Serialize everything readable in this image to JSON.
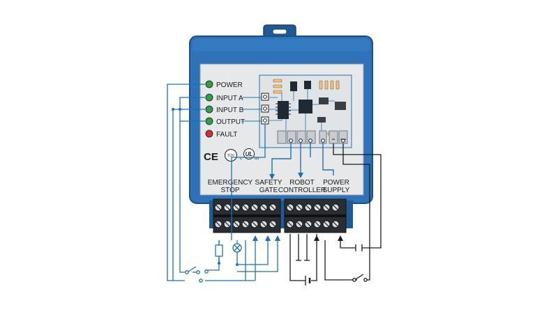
{
  "indicators": [
    {
      "label": "POWER",
      "color": "#2ea043"
    },
    {
      "label": "INPUT A",
      "color": "#2ea043"
    },
    {
      "label": "INPUT B",
      "color": "#2ea043"
    },
    {
      "label": "OUTPUT",
      "color": "#2ea043"
    },
    {
      "label": "FAULT",
      "color": "#d32f2f"
    }
  ],
  "certifications": {
    "ce": "CE",
    "tuv": "TÜV",
    "c": "c",
    "ul": "UL",
    "us": "us"
  },
  "terminals": {
    "emergency_stop": [
      "EMERGENCY",
      "STOP"
    ],
    "safety_gate": [
      "SAFETY",
      "GATE"
    ],
    "robot_controller": [
      "ROBOT",
      "CONTROLLER"
    ],
    "power_supply": [
      "POWER",
      "SUPPLY"
    ]
  },
  "colors": {
    "housing": "#2f72b7",
    "housing_dark": "#1f5a96",
    "panel": "#e6e8ea",
    "wire": "#1f6fb5",
    "line": "#1a1a1a",
    "led_green": "#2ea043",
    "led_red": "#d32f2f"
  }
}
